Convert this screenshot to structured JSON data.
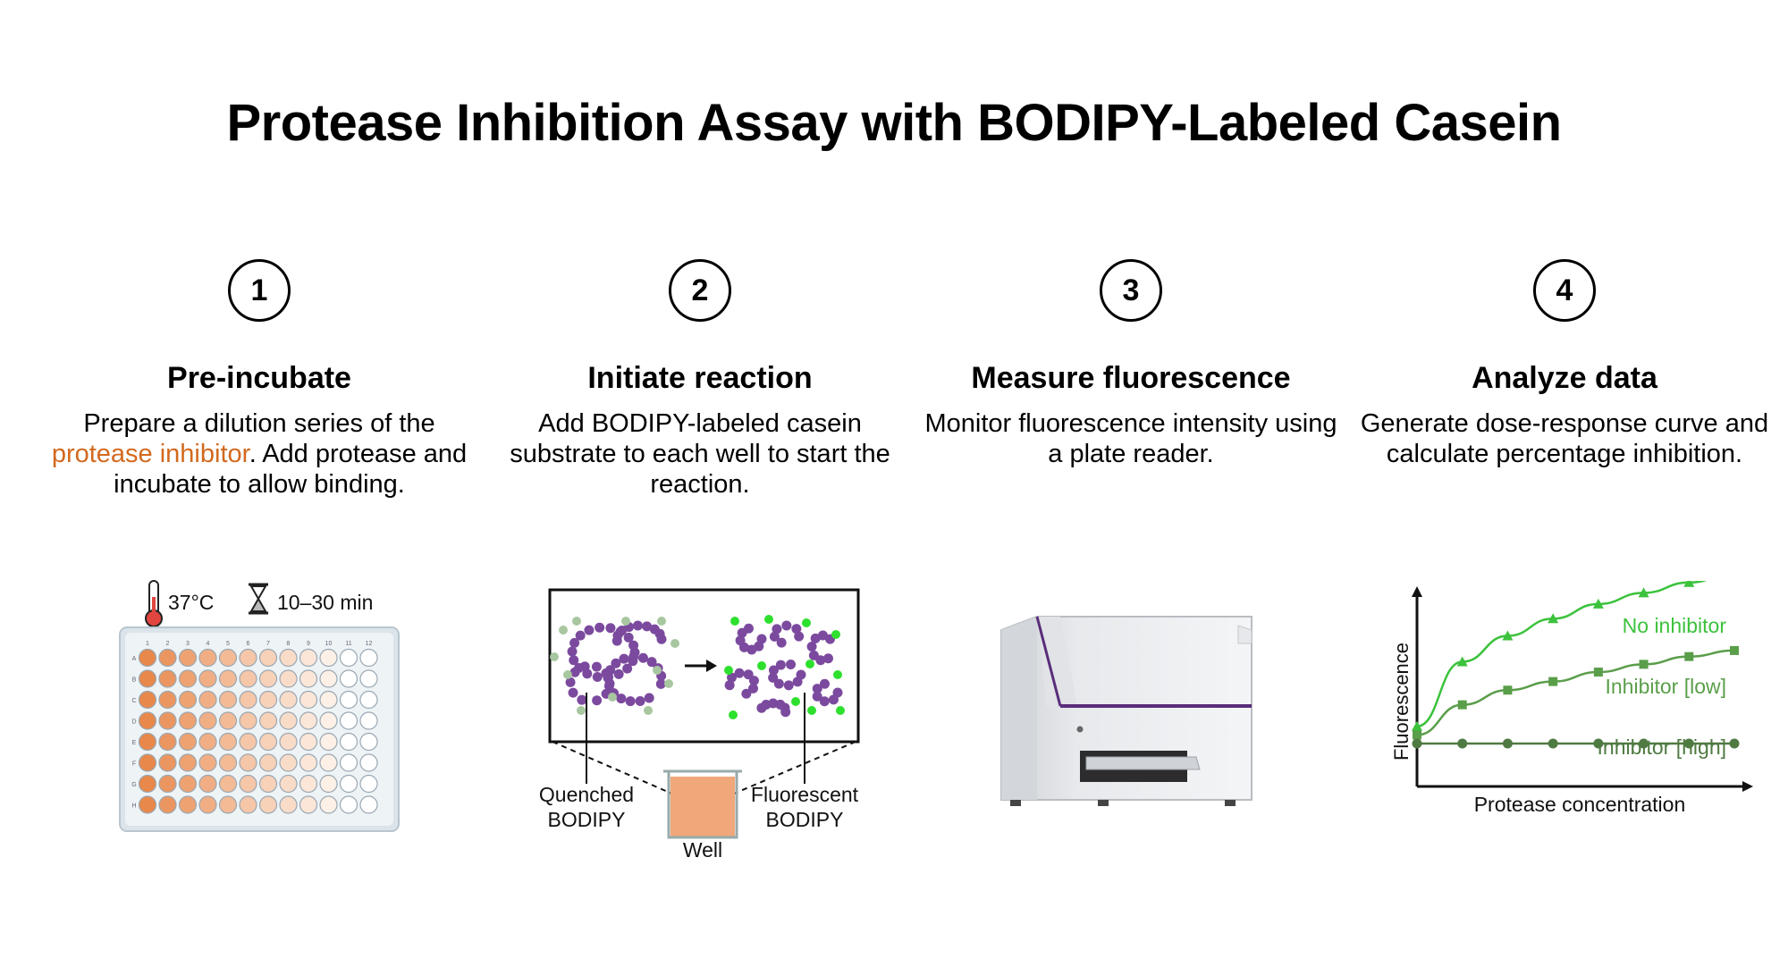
{
  "title": "Protease Inhibition Assay with BODIPY-Labeled Casein",
  "steps": [
    {
      "number": "1",
      "title": "Pre-incubate",
      "desc_before": "Prepare a dilution series of the ",
      "desc_highlight": "protease inhibitor",
      "desc_after": ". Add protease and incubate to allow binding."
    },
    {
      "number": "2",
      "title": "Initiate reaction",
      "desc": "Add BODIPY-labeled casein substrate to each well to start the reaction."
    },
    {
      "number": "3",
      "title": "Measure fluorescence",
      "desc": "Monitor fluorescence intensity using a plate reader."
    },
    {
      "number": "4",
      "title": "Analyze data",
      "desc": "Generate dose-response curve and calculate percentage inhibition."
    }
  ],
  "incubation": {
    "temperature": "37°C",
    "time": "10–30 min"
  },
  "plate": {
    "rows": [
      "A",
      "B",
      "C",
      "D",
      "E",
      "F",
      "G",
      "H"
    ],
    "columns": [
      "1",
      "2",
      "3",
      "4",
      "5",
      "6",
      "7",
      "8",
      "9",
      "10",
      "11",
      "12"
    ]
  },
  "reaction_labels": {
    "quenched_line1": "Quenched",
    "quenched_line2": "BODIPY",
    "fluorescent_line1": "Fluorescent",
    "fluorescent_line2": "BODIPY",
    "well": "Well"
  },
  "colors": {
    "highlight": "#d2691e",
    "casein": "#7b4a9e",
    "quenched_dot": "#a8c7a0",
    "fluorescent_dot": "#2ee02e",
    "curve_none": "#3cc23c",
    "curve_low": "#5a9e4a",
    "curve_high": "#4f7a42"
  },
  "chart_data": {
    "type": "line",
    "xlabel": "Protease concentration",
    "ylabel": "Fluorescence",
    "x": [
      0,
      1,
      2,
      3,
      4,
      5,
      6,
      7
    ],
    "series": [
      {
        "name": "No inhibitor",
        "marker": "triangle",
        "values": [
          0.2,
          0.95,
          1.25,
          1.45,
          1.62,
          1.75,
          1.87,
          1.98
        ]
      },
      {
        "name": "Inhibitor [low]",
        "marker": "square",
        "values": [
          0.1,
          0.45,
          0.62,
          0.72,
          0.83,
          0.92,
          1.01,
          1.08
        ]
      },
      {
        "name": "Inhibitor [high]",
        "marker": "circle",
        "values": [
          0,
          0,
          0,
          0,
          0,
          0,
          0,
          0
        ]
      }
    ],
    "ylim": [
      0,
      2.2
    ]
  }
}
